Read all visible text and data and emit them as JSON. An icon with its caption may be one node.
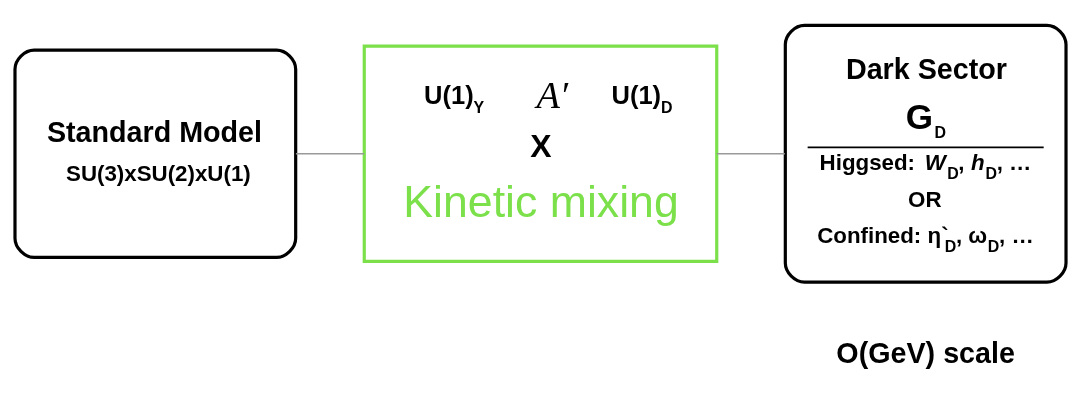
{
  "diagram": {
    "nodes": [
      {
        "text": [
          "Standard Model",
          "SU(3)xSU(2)xU(1)"
        ]
      },
      {
        "text": [
          "U(1)$_{Y}$",
          "*A*′",
          "U(1)$_{D}$",
          "X",
          "Kinetic mixing"
        ]
      },
      {
        "text": [
          "Dark Sector",
          "G$_{D}$",
          "Higgsed:  *W*$_{D}$, *h*$_{D}$, …",
          "OR",
          "Confined: η`$_{D}$, ω$_{D}$, …"
        ],
        "beside": [
          "O(GeV) scale"
        ]
      }
    ],
    "edges": [
      {
        "from": 0,
        "to": 1,
        "arrow": "none"
      },
      {
        "from": 1,
        "to": 2,
        "arrow": "none"
      }
    ]
  }
}
